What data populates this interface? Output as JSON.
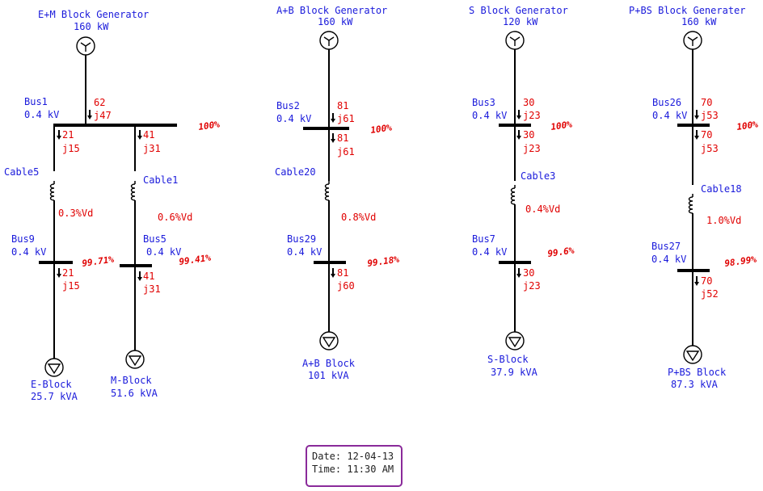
{
  "generators": [
    {
      "name": "E+M Block Generator",
      "rating": "160 kW"
    },
    {
      "name": "A+B Block Generator",
      "rating": "160 kW"
    },
    {
      "name": "S Block Generator",
      "rating": "120 kW"
    },
    {
      "name": "P+BS Block Generater",
      "rating": "160 kW"
    }
  ],
  "buses": {
    "bus1": {
      "name": "Bus1",
      "voltage": "0.4 kV",
      "percent": "100%"
    },
    "bus2": {
      "name": "Bus2",
      "voltage": "0.4 kV",
      "percent": "100%"
    },
    "bus3": {
      "name": "Bus3",
      "voltage": "0.4 kV",
      "percent": "100%"
    },
    "bus26": {
      "name": "Bus26",
      "voltage": "0.4 kV",
      "percent": "100%"
    },
    "bus9": {
      "name": "Bus9",
      "voltage": "0.4 kV",
      "percent": "99.71%"
    },
    "bus5": {
      "name": "Bus5",
      "voltage": "0.4 kV",
      "percent": "99.41%"
    },
    "bus29": {
      "name": "Bus29",
      "voltage": "0.4 kV",
      "percent": "99.18%"
    },
    "bus7": {
      "name": "Bus7",
      "voltage": "0.4 kV",
      "percent": "99.6%"
    },
    "bus27": {
      "name": "Bus27",
      "voltage": "0.4 kV",
      "percent": "98.99%"
    }
  },
  "cables": {
    "cable5": {
      "name": "Cable5",
      "vd": "0.3%Vd"
    },
    "cable1": {
      "name": "Cable1",
      "vd": "0.6%Vd"
    },
    "cable20": {
      "name": "Cable20",
      "vd": "0.8%Vd"
    },
    "cable3": {
      "name": "Cable3",
      "vd": "0.4%Vd"
    },
    "cable18": {
      "name": "Cable18",
      "vd": "1.0%Vd"
    }
  },
  "flows": {
    "g1": {
      "p": "62",
      "q": "j47"
    },
    "b1a": {
      "p": "21",
      "q": "j15"
    },
    "b1b": {
      "p": "41",
      "q": "j31"
    },
    "g2": {
      "p": "81",
      "q": "j61"
    },
    "b2": {
      "p": "81",
      "q": "j61"
    },
    "g3": {
      "p": "30",
      "q": "j23"
    },
    "b3": {
      "p": "30",
      "q": "j23"
    },
    "g4": {
      "p": "70",
      "q": "j53"
    },
    "b26": {
      "p": "70",
      "q": "j53"
    },
    "b9": {
      "p": "21",
      "q": "j15"
    },
    "b5": {
      "p": "41",
      "q": "j31"
    },
    "b29": {
      "p": "81",
      "q": "j60"
    },
    "b7": {
      "p": "30",
      "q": "j23"
    },
    "b27": {
      "p": "70",
      "q": "j52"
    }
  },
  "loads": [
    {
      "name": "E-Block",
      "rating": "25.7 kVA"
    },
    {
      "name": "M-Block",
      "rating": "51.6 kVA"
    },
    {
      "name": "A+B Block",
      "rating": "101 kVA"
    },
    {
      "name": "S-Block",
      "rating": "37.9 kVA"
    },
    {
      "name": "P+BS Block",
      "rating": "87.3 kVA"
    }
  ],
  "stamp": {
    "date_label": "Date:",
    "date": "12-04-13",
    "time_label": "Time:",
    "time": "11:30 AM"
  }
}
